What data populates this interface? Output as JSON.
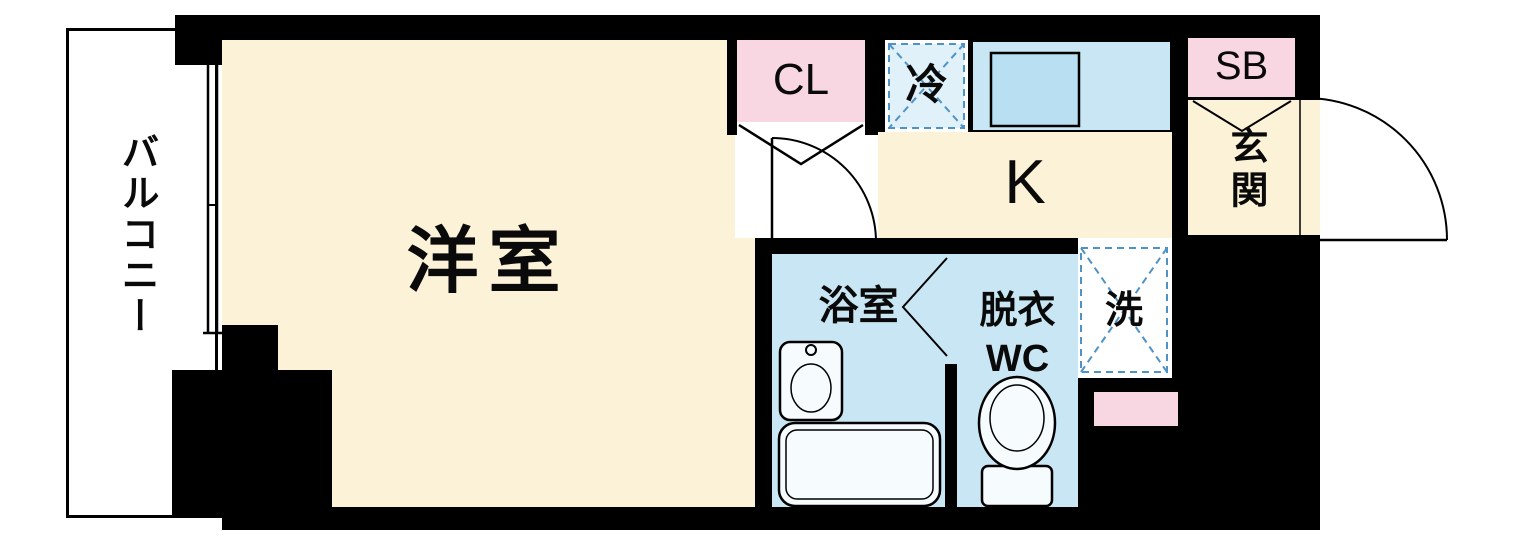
{
  "page": {
    "type": "apartment-floor-plan"
  },
  "colors": {
    "wall": "#000000",
    "floor_cream": "#FBF2D8",
    "accent_pink": "#F8D7E3",
    "water_blue": "#C9E6F4",
    "sink_blue": "#B9DFF3",
    "fixture_white": "#F6FBFE",
    "dashed_blue": "#4E93C8"
  },
  "labels": {
    "balcony": "バルコニー",
    "western_room": "洋室",
    "closet": "CL",
    "fridge": "冷",
    "kitchen": "K",
    "shoe_box": "SB",
    "entrance": "玄関",
    "bathroom": "浴室",
    "dressing_line1": "脱衣",
    "dressing_line2": "WC",
    "washer": "洗"
  }
}
